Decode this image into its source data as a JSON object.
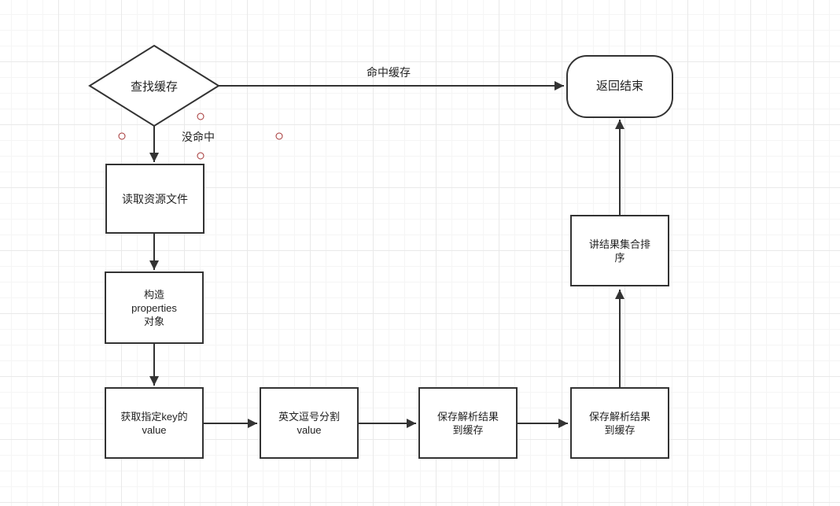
{
  "nodes": {
    "find_cache": "查找缓存",
    "return_end": "返回结束",
    "read_resource": "读取资源文件",
    "build_properties": "构造\nproperties\n对象",
    "get_value": "获取指定key的\nvalue",
    "split_comma": "英文逗号分割\nvalue",
    "save_cache_1": "保存解析结果\n到缓存",
    "save_cache_2": "保存解析结果\n到缓存",
    "sort_results": "讲结果集合排\n序"
  },
  "edges": {
    "hit": "命中缓存",
    "miss": "没命中"
  },
  "colors": {
    "stroke": "#333333",
    "grid": "#e9e9e9",
    "handle": "#a33333"
  }
}
